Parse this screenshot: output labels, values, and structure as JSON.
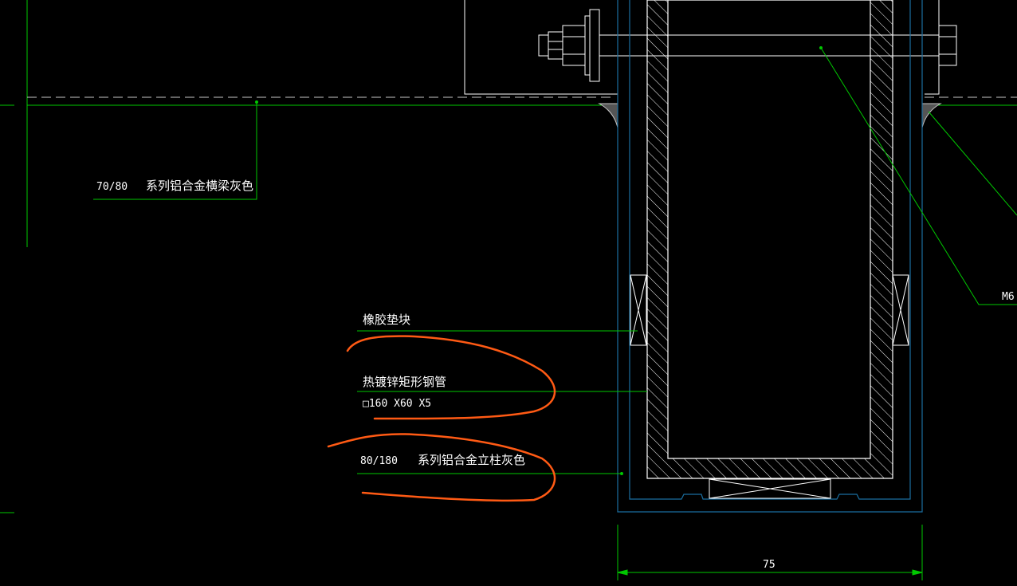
{
  "drawing": {
    "background": "#000000",
    "colors": {
      "leader": "#00c800",
      "outline": "#ffffff",
      "aluminum": "#1a6ea0",
      "markup": "#ff5a14"
    },
    "labels": {
      "crossbeam_size": "70/80",
      "crossbeam_desc": "系列铝合金横梁灰色",
      "rubber_pad": "橡胶垫块",
      "steel_tube": "热镀锌矩形钢管",
      "steel_tube_size": "□160 X60 X5",
      "mullion_size": "80/180",
      "mullion_desc": "系列铝合金立柱灰色",
      "bolt": "M6"
    },
    "dimension": {
      "value": "75"
    }
  }
}
